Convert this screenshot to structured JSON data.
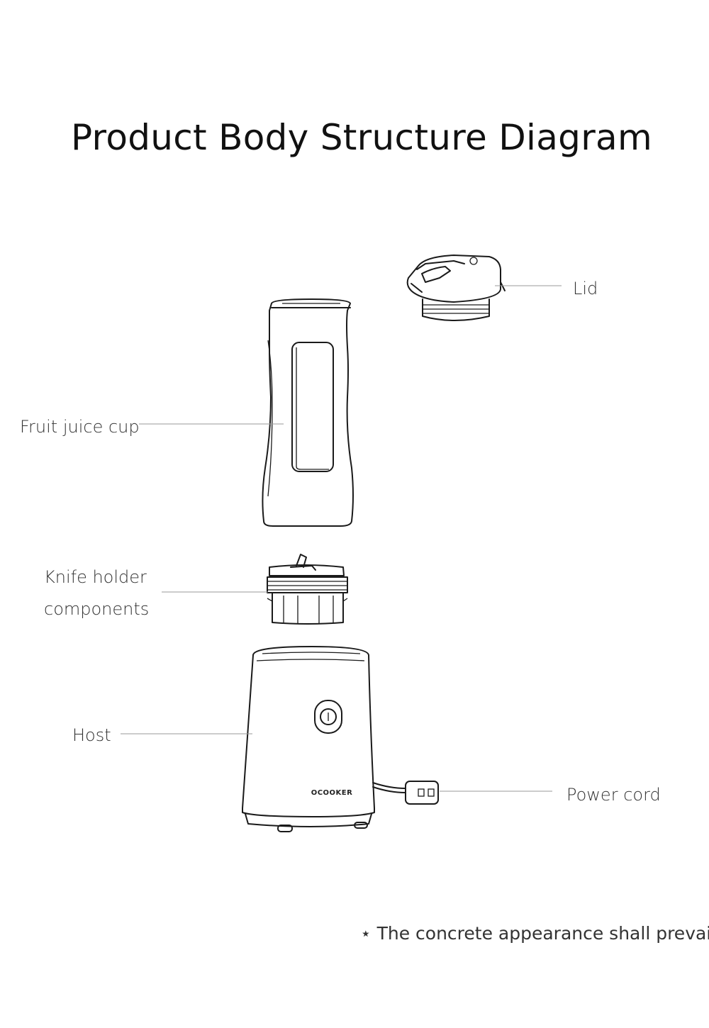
{
  "title": "Product Body Structure Diagram",
  "labels": {
    "lid": "Lid",
    "cup": "Fruit juice cup",
    "knife_line1": "Knife holder",
    "knife_line2": "components",
    "host": "Host",
    "power": "Power cord"
  },
  "brand": "OCOOKER",
  "note": "⋆ The concrete appearance shall prevail"
}
